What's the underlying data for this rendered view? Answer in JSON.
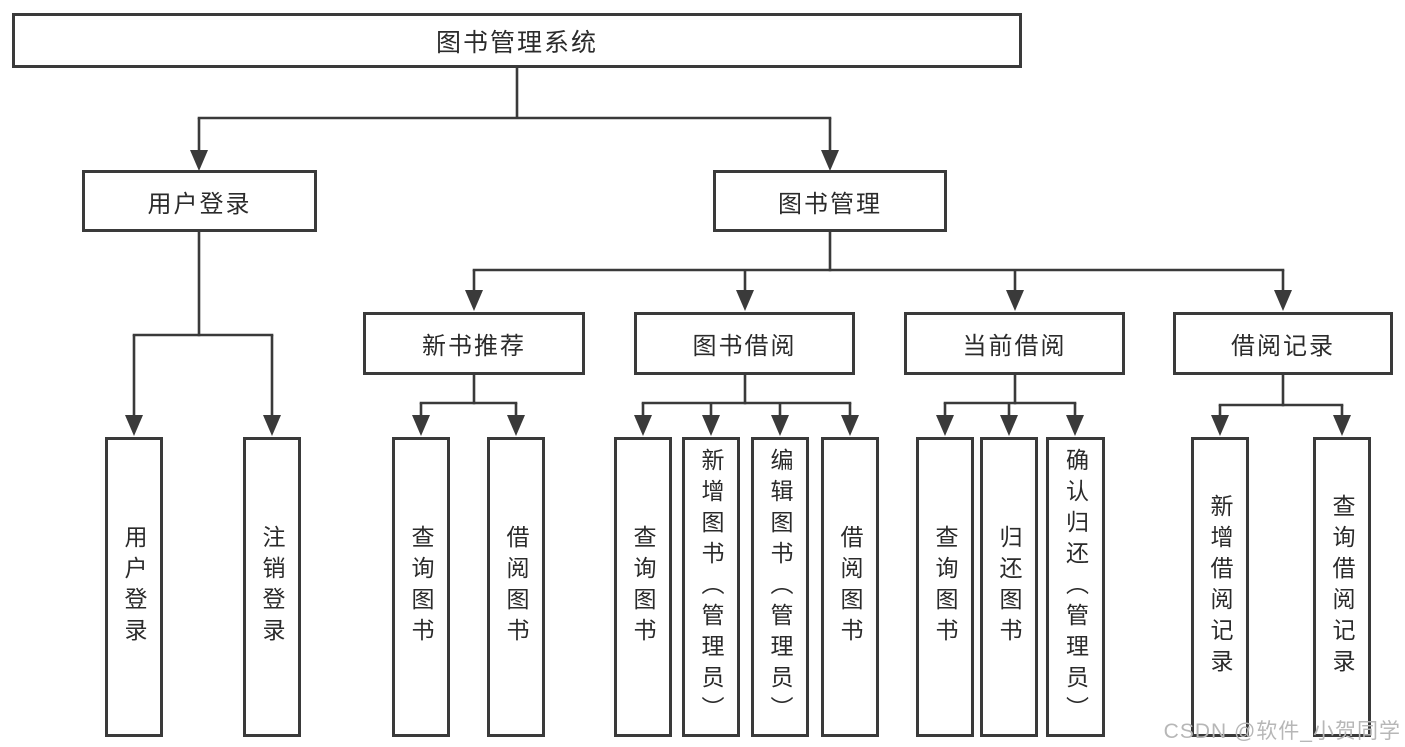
{
  "diagram_title": "图书管理系统",
  "nodes": {
    "root": {
      "label": "图书管理系统"
    },
    "level2": {
      "user_login": {
        "label": "用户登录"
      },
      "book_mgmt": {
        "label": "图书管理"
      }
    },
    "level3": {
      "new_books": {
        "label": "新书推荐"
      },
      "book_borrow": {
        "label": "图书借阅"
      },
      "current_borrow": {
        "label": "当前借阅"
      },
      "borrow_records": {
        "label": "借阅记录"
      }
    },
    "leaves": {
      "user_login": [
        "用户登录",
        "注销登录"
      ],
      "new_books": [
        "查询图书",
        "借阅图书"
      ],
      "book_borrow": [
        "查询图书",
        "新增图书（管理员）",
        "编辑图书（管理员）",
        "借阅图书"
      ],
      "current_borrow": [
        "查询图书",
        "归还图书",
        "确认归还（管理员）"
      ],
      "borrow_records": [
        "新增借阅记录",
        "查询借阅记录"
      ]
    }
  },
  "watermark": "CSDN @软件_小贺同学",
  "colors": {
    "line": "#3a3a3a",
    "text": "#2b2b2b",
    "watermark": "#b7b7b7",
    "background": "#ffffff"
  }
}
